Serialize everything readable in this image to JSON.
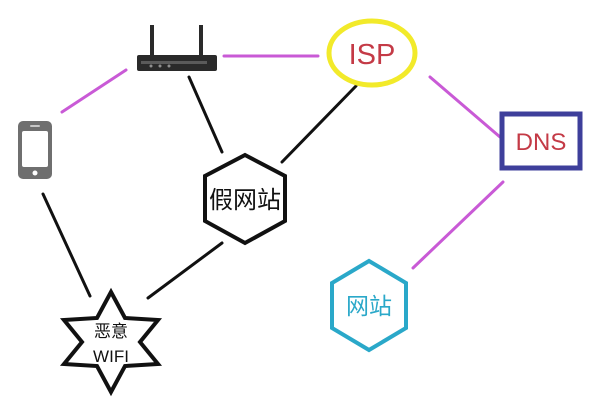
{
  "nodes": {
    "isp": {
      "label": "ISP",
      "icon": "ellipse-node"
    },
    "dns": {
      "label": "DNS",
      "icon": "rectangle-node"
    },
    "fake_site": {
      "label": "假网站",
      "icon": "hexagon-node"
    },
    "real_site": {
      "label": "网站",
      "icon": "hexagon-node"
    },
    "malicious_wifi": {
      "label_line1": "恶意",
      "label_line2": "WIFI",
      "icon": "star-node"
    },
    "phone": {
      "icon": "phone-icon"
    },
    "router": {
      "icon": "router-icon"
    }
  },
  "colors": {
    "magenta_link": "#c95ad6",
    "black_link": "#111111",
    "isp_ring": "#f2ea2a",
    "isp_text": "#c43a46",
    "dns_border": "#3e3f9b",
    "dns_text": "#c43a46",
    "site_cyan": "#2aa8c9",
    "device_gray": "#6f6f6f",
    "router_dark": "#2a2a2a"
  }
}
